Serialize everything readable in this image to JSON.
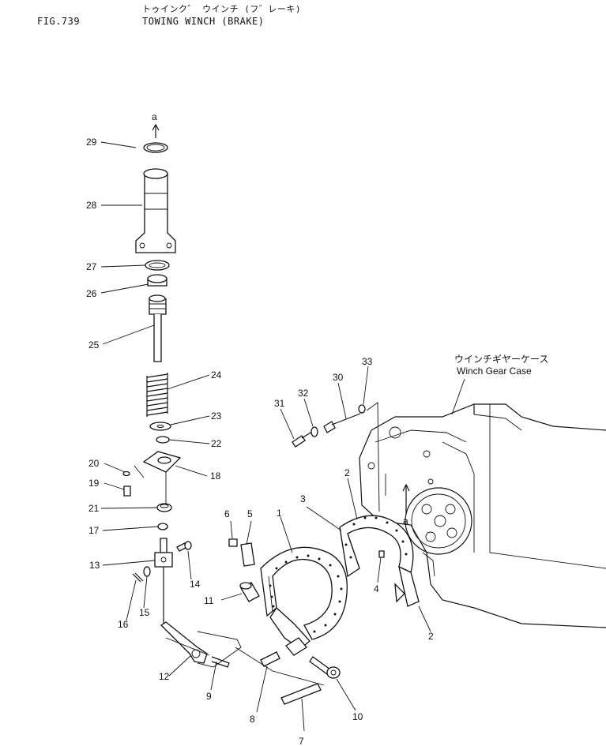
{
  "header": {
    "fig": "FIG.739",
    "title_jp": "トゥインク゛ ウインチ (フ゛レーキ)",
    "title_en": "TOWING WINCH (BRAKE)"
  },
  "case_label": {
    "jp": "ウインチギヤーケース",
    "en": "Winch Gear Case"
  },
  "connector_label": "a",
  "callouts": [
    "1",
    "2",
    "2",
    "2",
    "3",
    "4",
    "5",
    "6",
    "7",
    "8",
    "9",
    "10",
    "11",
    "12",
    "13",
    "14",
    "15",
    "16",
    "17",
    "18",
    "19",
    "20",
    "21",
    "22",
    "23",
    "24",
    "25",
    "26",
    "27",
    "28",
    "29",
    "30",
    "31",
    "32",
    "33"
  ]
}
